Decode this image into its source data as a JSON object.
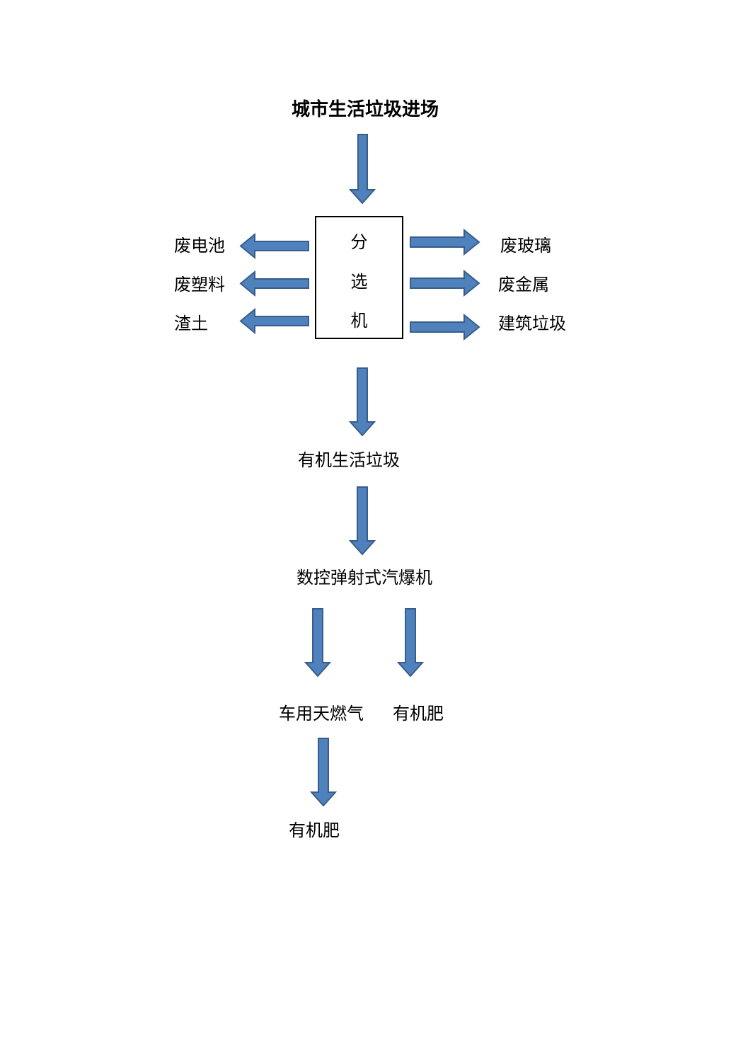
{
  "title": "城市生活垃圾进场",
  "sorter": {
    "chars": [
      "分",
      "选",
      "机"
    ]
  },
  "left_outputs": [
    "废电池",
    "废塑料",
    "渣土"
  ],
  "right_outputs": [
    "废玻璃",
    "废金属",
    "建筑垃圾"
  ],
  "step_organic": "有机生活垃圾",
  "step_machine": "数控弹射式汽爆机",
  "product_gas": "车用天燃气",
  "product_fertilizer": "有机肥",
  "final_product": "有机肥",
  "colors": {
    "arrow_fill": "#4f81bd",
    "arrow_stroke": "#385d8a"
  }
}
